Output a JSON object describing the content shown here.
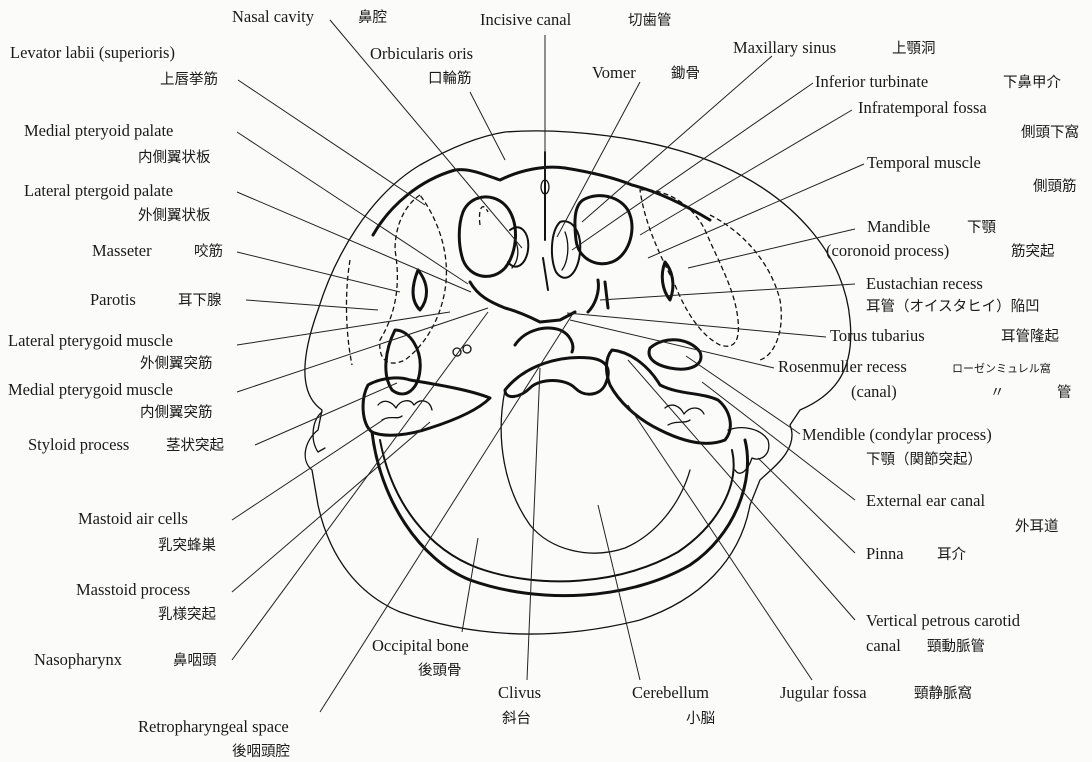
{
  "labels": {
    "nasal_cavity": {
      "en": "Nasal cavity",
      "jp": "鼻腔"
    },
    "incisive_canal": {
      "en": "Incisive canal",
      "jp": "切歯管"
    },
    "levator_labii": {
      "en": "Levator labii (superioris)",
      "jp": "上唇挙筋"
    },
    "orbicularis_oris": {
      "en": "Orbicularis oris",
      "jp": "口輪筋"
    },
    "maxillary_sinus": {
      "en": "Maxillary sinus",
      "jp": "上顎洞"
    },
    "vomer": {
      "en": "Vomer",
      "jp": "鋤骨"
    },
    "inferior_turbinate": {
      "en": "Inferior turbinate",
      "jp": "下鼻甲介"
    },
    "infratemporal_fossa": {
      "en": "Infratemporal fossa",
      "jp": "側頭下窩"
    },
    "medial_pteryoid_palate": {
      "en": "Medial pteryoid palate",
      "jp": "内側翼状板"
    },
    "temporal_muscle": {
      "en": "Temporal muscle",
      "jp": "側頭筋"
    },
    "lateral_ptergoid_palate": {
      "en": "Lateral ptergoid palate",
      "jp": "外側翼状板"
    },
    "mandible_coronoid": {
      "en1": "Mandible",
      "jp1": "下顎",
      "en2": "(coronoid process)",
      "jp2": "筋突起"
    },
    "masseter": {
      "en": "Masseter",
      "jp": "咬筋"
    },
    "eustachian_recess": {
      "en": "Eustachian recess",
      "jp": "耳管（オイスタヒイ）陥凹"
    },
    "parotis": {
      "en": "Parotis",
      "jp": "耳下腺"
    },
    "torus_tubarius": {
      "en": "Torus tubarius",
      "jp": "耳管隆起"
    },
    "lateral_pterygoid_muscle": {
      "en": "Lateral pterygoid muscle",
      "jp": "外側翼突筋"
    },
    "rosenmuller_recess": {
      "en1": "Rosenmuller recess",
      "jp1": "ローゼンミュレル窩",
      "en2": "(canal)",
      "ditto": "〃",
      "jp2": "管"
    },
    "medial_pterygoid_muscle": {
      "en": "Medial pterygoid muscle",
      "jp": "内側翼突筋"
    },
    "mendible_condylar": {
      "en": "Mendible (condylar process)",
      "jp": "下顎（関節突起）"
    },
    "styloid_process": {
      "en": "Styloid process",
      "jp": "茎状突起"
    },
    "external_ear_canal": {
      "en": "External ear canal",
      "jp": "外耳道"
    },
    "mastoid_air_cells": {
      "en": "Mastoid air cells",
      "jp": "乳突蜂巣"
    },
    "pinna": {
      "en": "Pinna",
      "jp": "耳介"
    },
    "masstoid_process": {
      "en": "Masstoid process",
      "jp": "乳様突起"
    },
    "vertical_petrous_carotid": {
      "en1": "Vertical petrous carotid",
      "en2": "canal",
      "jp": "頸動脈管"
    },
    "nasopharynx": {
      "en": "Nasopharynx",
      "jp": "鼻咽頭"
    },
    "occipital_bone": {
      "en": "Occipital bone",
      "jp": "後頭骨"
    },
    "clivus": {
      "en": "Clivus",
      "jp": "斜台"
    },
    "cerebellum": {
      "en": "Cerebellum",
      "jp": "小脳"
    },
    "jugular_fossa": {
      "en": "Jugular fossa",
      "jp": "頸静脈窩"
    },
    "retropharyngeal_space": {
      "en": "Retropharyngeal space",
      "jp": "後咽頭腔"
    }
  }
}
